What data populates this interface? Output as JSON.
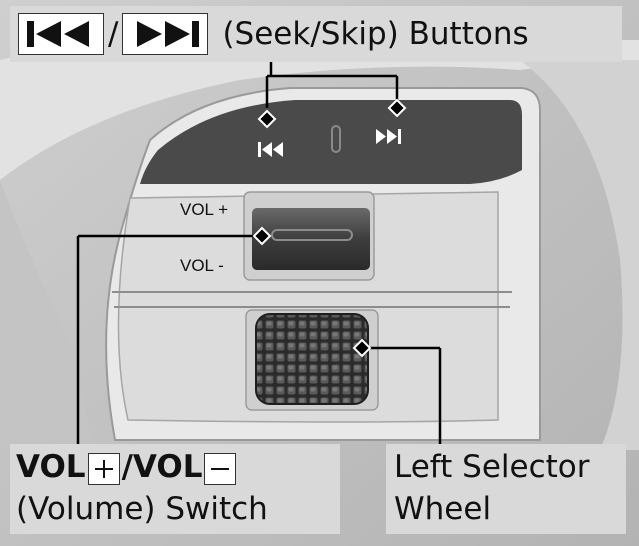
{
  "callouts": {
    "seek": {
      "slash": "/",
      "text": "(Seek/Skip) Buttons"
    },
    "volume": {
      "vol_plus_prefix": "VOL",
      "slash": "/",
      "vol_minus_prefix": "VOL",
      "line2": "(Volume) Switch"
    },
    "wheel": {
      "line1": "Left Selector",
      "line2": "Wheel"
    }
  },
  "panel": {
    "vol_plus_label": "VOL +",
    "vol_minus_label": "VOL -"
  },
  "colors": {
    "callout_background": "#d9d9d9",
    "leader_line": "#000000",
    "panel_trim": "#bdbdbd",
    "upper_panel": "#4a4a4a"
  }
}
